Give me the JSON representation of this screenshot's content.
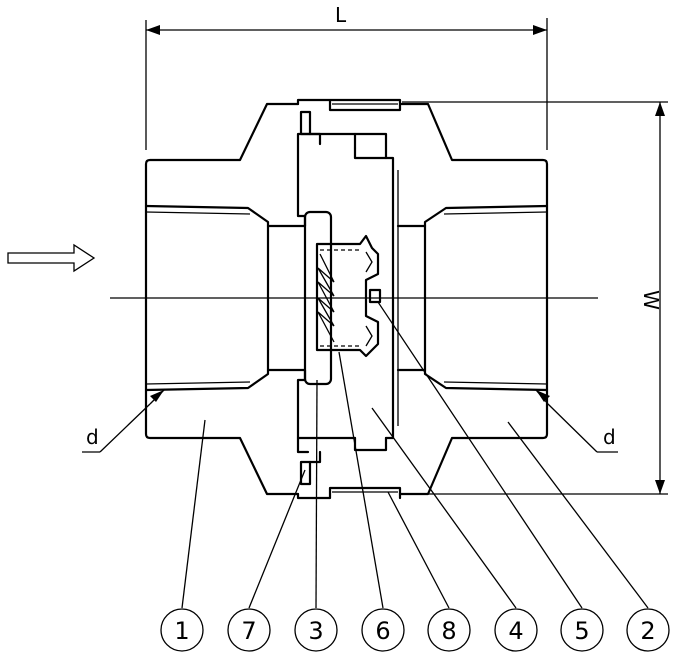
{
  "dimensions": {
    "length_label": "L",
    "width_label": "W",
    "port_label_left": "d",
    "port_label_right": "d"
  },
  "parts": [
    {
      "number": "1"
    },
    {
      "number": "7"
    },
    {
      "number": "3"
    },
    {
      "number": "6"
    },
    {
      "number": "8"
    },
    {
      "number": "4"
    },
    {
      "number": "5"
    },
    {
      "number": "2"
    }
  ]
}
